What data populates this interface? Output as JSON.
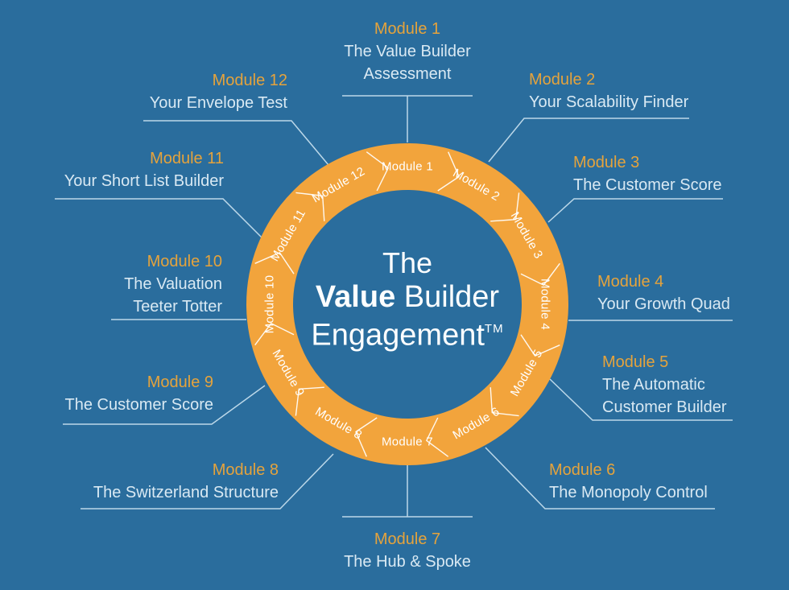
{
  "background_color": "#2A6D9D",
  "title": {
    "line1": "The",
    "line2_bold": "Value",
    "line2_rest": "Builder",
    "line3": "Engagement",
    "trademark": "TM"
  },
  "ring": {
    "color": "#F2A43C",
    "divider_color": "#FFFFFF",
    "labels": [
      "Module 1",
      "Module 2",
      "Module 3",
      "Module 4",
      "Module 5",
      "Module 6",
      "Module 7",
      "Module 8",
      "Module 9",
      "Module 10",
      "Module 11",
      "Module 12"
    ]
  },
  "colors": {
    "heading": "#E5A33C",
    "body_text": "#D9E9F3",
    "connector_line": "#BCD8E9",
    "center_text": "#FCFEFF"
  },
  "modules": [
    {
      "title": "Module 1",
      "line1": "The Value Builder",
      "line2": "Assessment"
    },
    {
      "title": "Module 2",
      "line1": "Your Scalability Finder"
    },
    {
      "title": "Module 3",
      "line1": "The Customer Score"
    },
    {
      "title": "Module 4",
      "line1": "Your Growth Quad"
    },
    {
      "title": "Module 5",
      "line1": "The Automatic",
      "line2": "Customer Builder"
    },
    {
      "title": "Module 6",
      "line1": "The Monopoly Control"
    },
    {
      "title": "Module 7",
      "line1": "The Hub & Spoke"
    },
    {
      "title": "Module 8",
      "line1": "The Switzerland Structure"
    },
    {
      "title": "Module 9",
      "line1": "The Customer Score"
    },
    {
      "title": "Module 10",
      "line1": "The Valuation",
      "line2": "Teeter Totter"
    },
    {
      "title": "Module 11",
      "line1": "Your Short List Builder"
    },
    {
      "title": "Module 12",
      "line1": "Your Envelope Test"
    }
  ]
}
